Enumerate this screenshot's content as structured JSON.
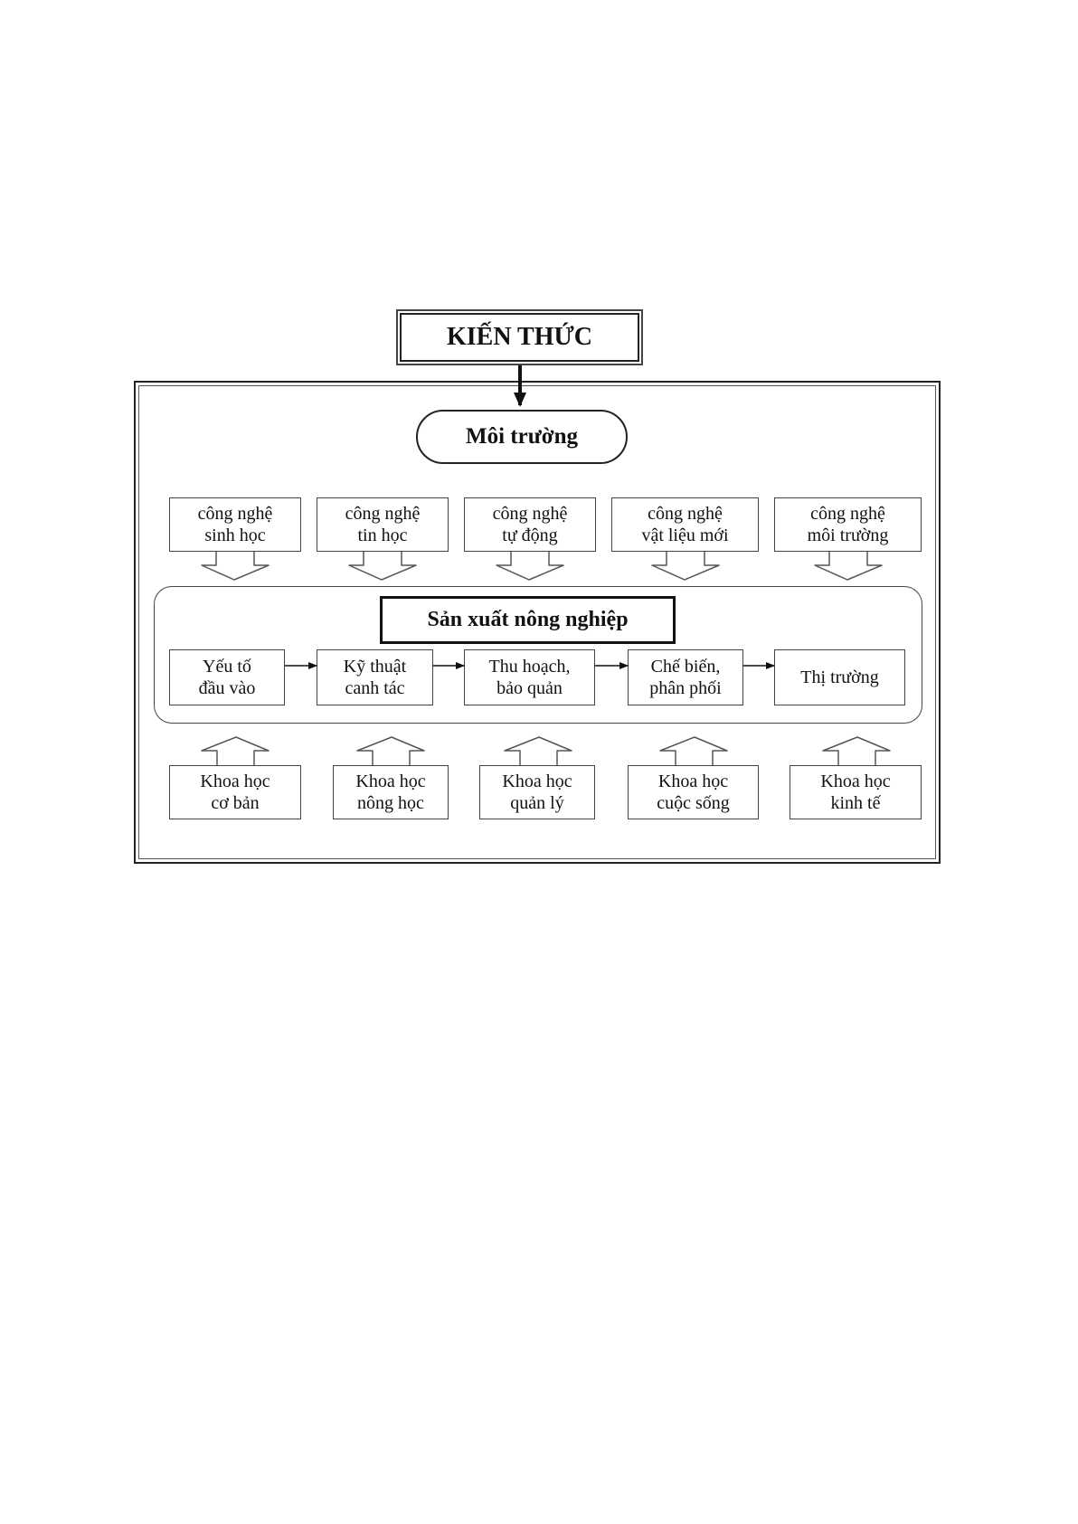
{
  "diagram": {
    "top_node": "KIẾN THỨC",
    "environment_node": "Môi trường",
    "technologies": [
      "công nghệ\nsinh học",
      "công nghệ\ntin học",
      "công nghệ\ntự động",
      "công nghệ\nvật liệu mới",
      "công nghệ\nmôi trường"
    ],
    "production_title": "Sản xuất nông nghiệp",
    "production_steps": [
      "Yếu tố\nđầu vào",
      "Kỹ thuật\ncanh tác",
      "Thu hoạch,\nbảo quản",
      "Chế biến,\nphân phối",
      "Thị trường"
    ],
    "sciences": [
      "Khoa học\ncơ bản",
      "Khoa học\nnông học",
      "Khoa học\nquản lý",
      "Khoa học\ncuộc sống",
      "Khoa học\nkinh tế"
    ]
  }
}
